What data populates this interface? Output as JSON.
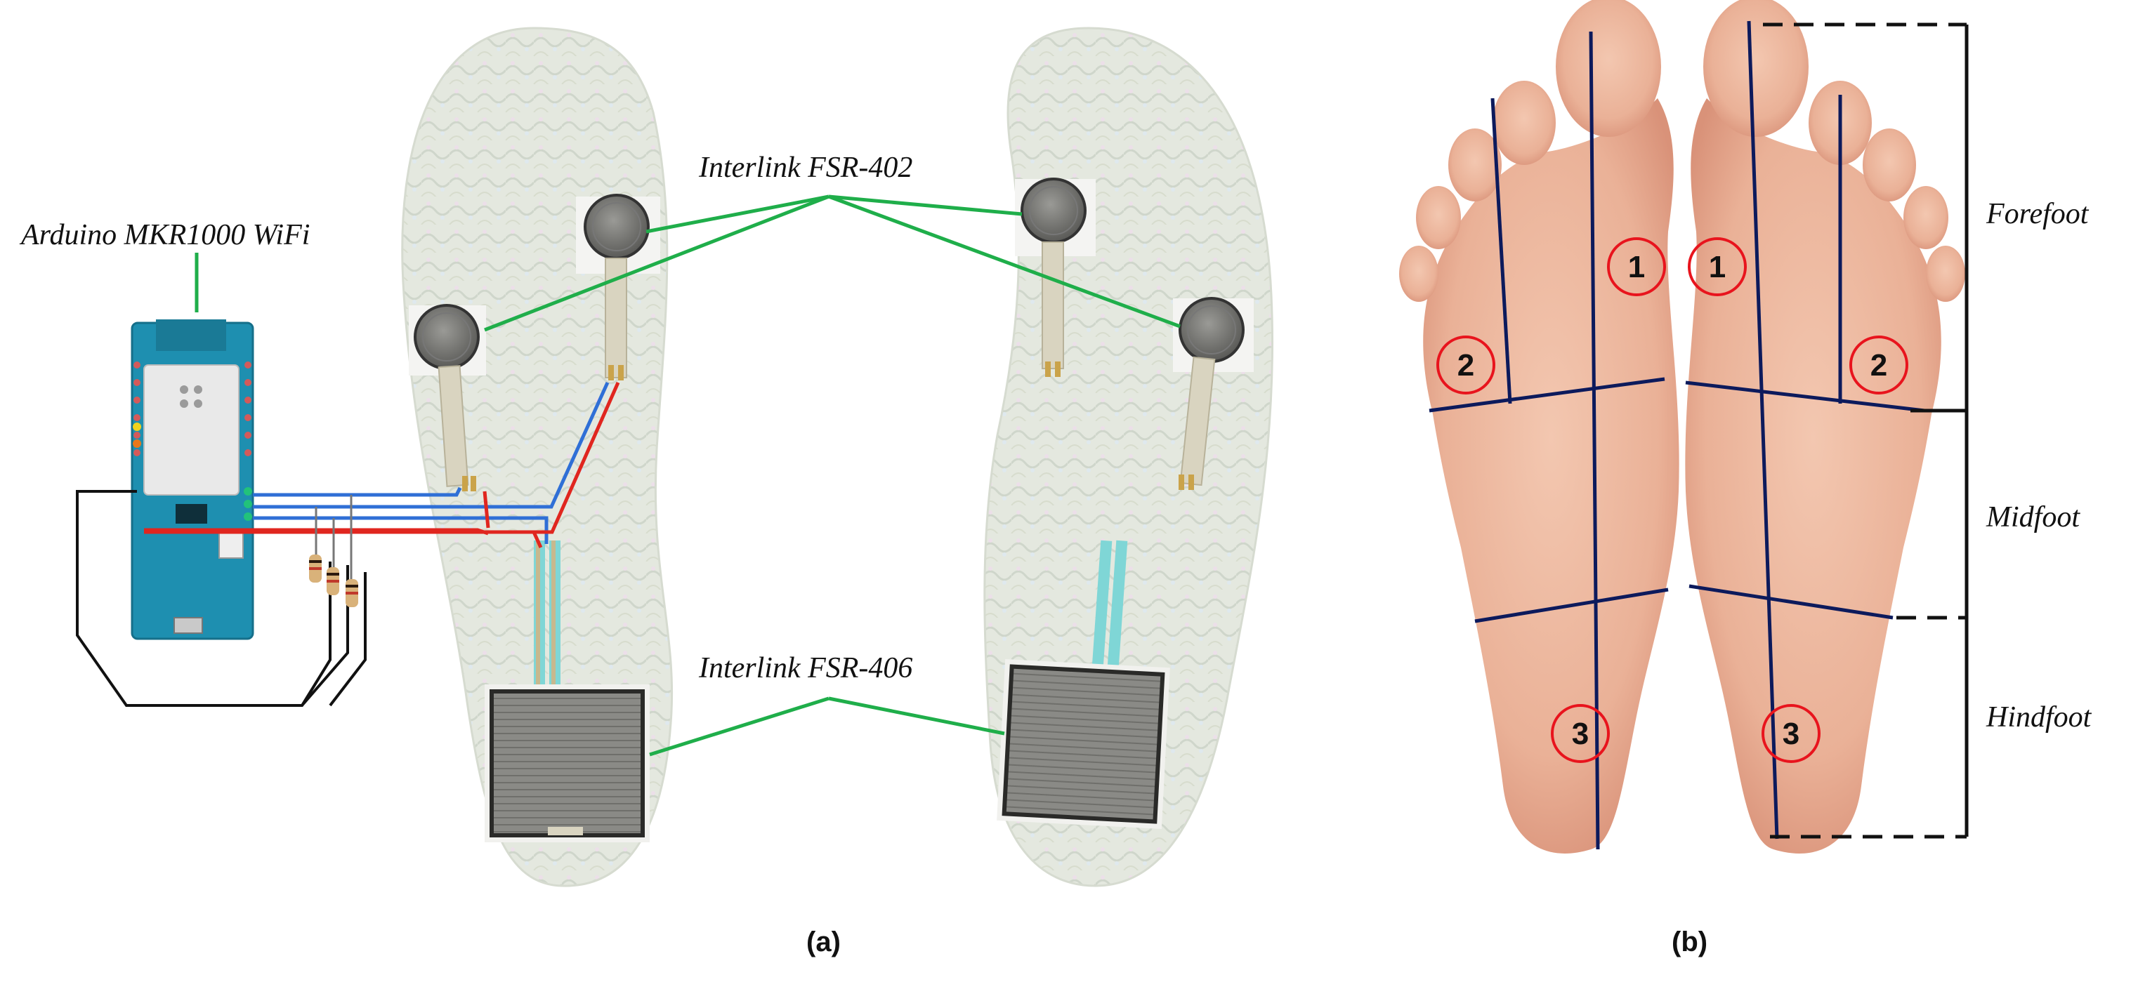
{
  "labels": {
    "arduino": "Arduino MKR1000 WiFi",
    "fsr402": "Interlink FSR-402",
    "fsr406": "Interlink FSR-406",
    "forefoot": "Forefoot",
    "midfoot": "Midfoot",
    "hindfoot": "Hindfoot",
    "panel_a": "(a)",
    "panel_b": "(b)"
  },
  "zones": {
    "left_foot": [
      "1",
      "2",
      "3"
    ],
    "right_foot": [
      "1",
      "2",
      "3"
    ]
  },
  "colors": {
    "leader_line": "#1fae4a",
    "wire_blue": "#2f6fd6",
    "wire_red": "#e0261f",
    "wire_black": "#111111",
    "zone_line": "#0c1a5c",
    "zone_circle": "#e8141d",
    "board": "#1e8fb0",
    "skin": "#e8a98c",
    "insole": "#e6ebe2"
  }
}
